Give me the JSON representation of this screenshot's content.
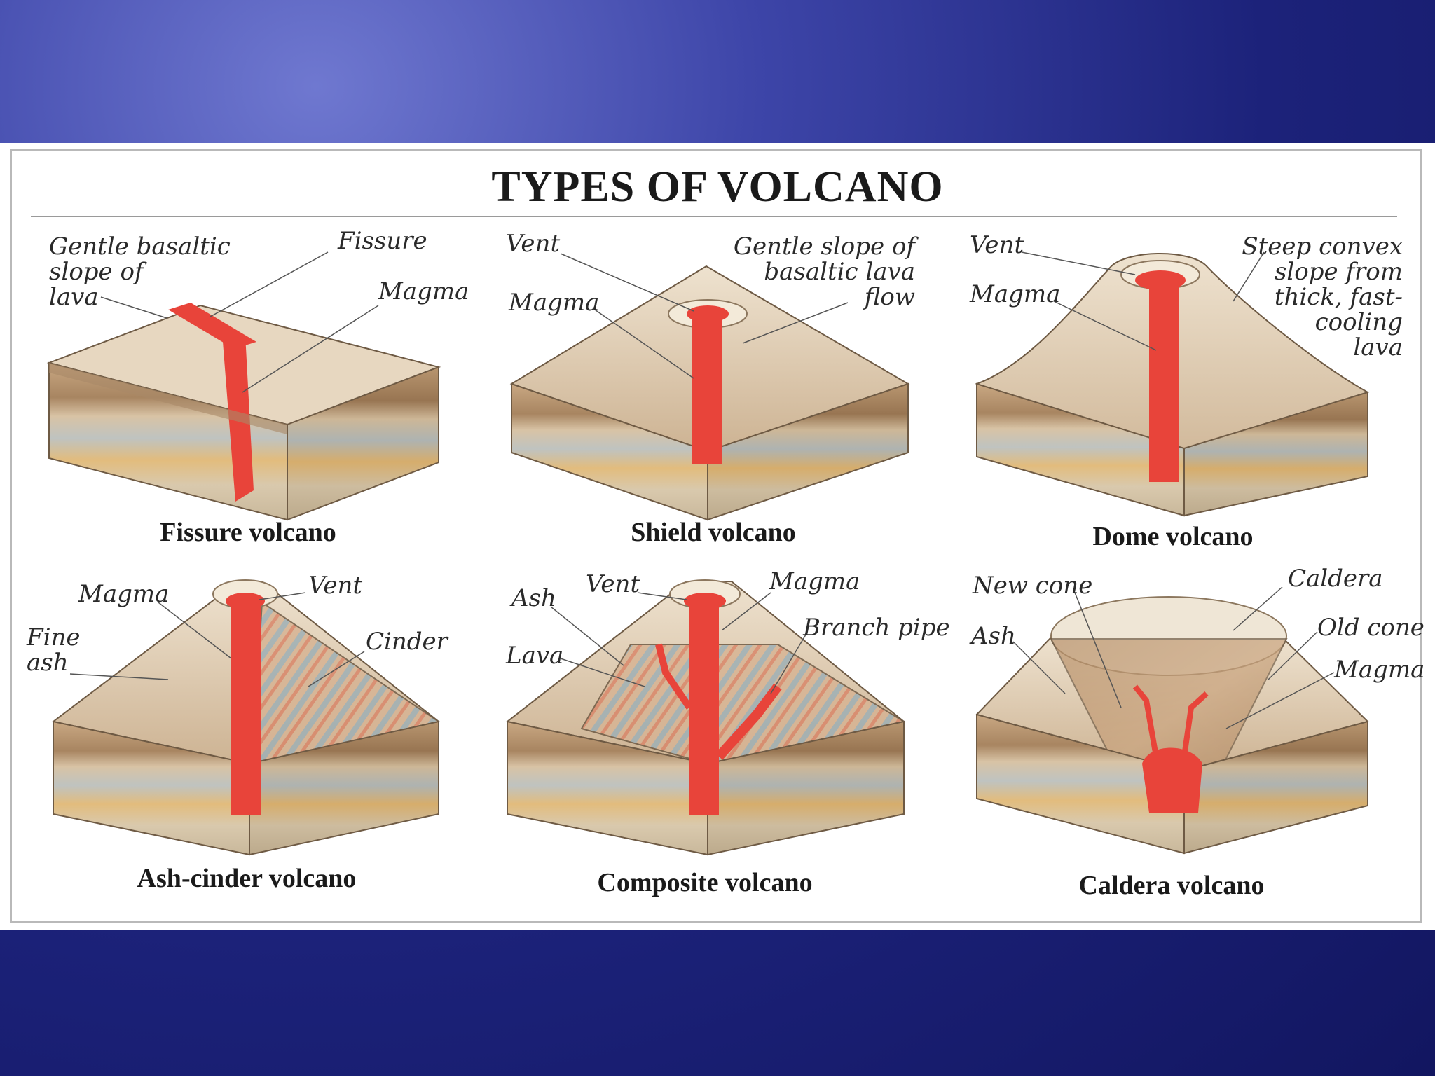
{
  "title": "TYPES OF VOLCANO",
  "volcanoes": [
    {
      "caption": "Fissure volcano",
      "labels": [
        "Gentle basaltic\nslope of\nlava",
        "Fissure",
        "Magma"
      ]
    },
    {
      "caption": "Shield volcano",
      "labels": [
        "Vent",
        "Magma",
        "Gentle slope of\nbasaltic lava\nflow"
      ]
    },
    {
      "caption": "Dome volcano",
      "labels": [
        "Vent",
        "Magma",
        "Steep convex\nslope from\nthick, fast-\ncooling\nlava"
      ]
    },
    {
      "caption": "Ash-cinder volcano",
      "labels": [
        "Magma",
        "Vent",
        "Fine\nash",
        "Cinder"
      ]
    },
    {
      "caption": "Composite volcano",
      "labels": [
        "Ash",
        "Vent",
        "Magma",
        "Branch pipe",
        "Lava"
      ]
    },
    {
      "caption": "Caldera volcano",
      "labels": [
        "New cone",
        "Caldera",
        "Ash",
        "Old cone",
        "Magma"
      ]
    }
  ],
  "colors": {
    "magma": "#e8443a",
    "rock_top": "#e3d3bc",
    "rock_dark": "#b08a63"
  }
}
